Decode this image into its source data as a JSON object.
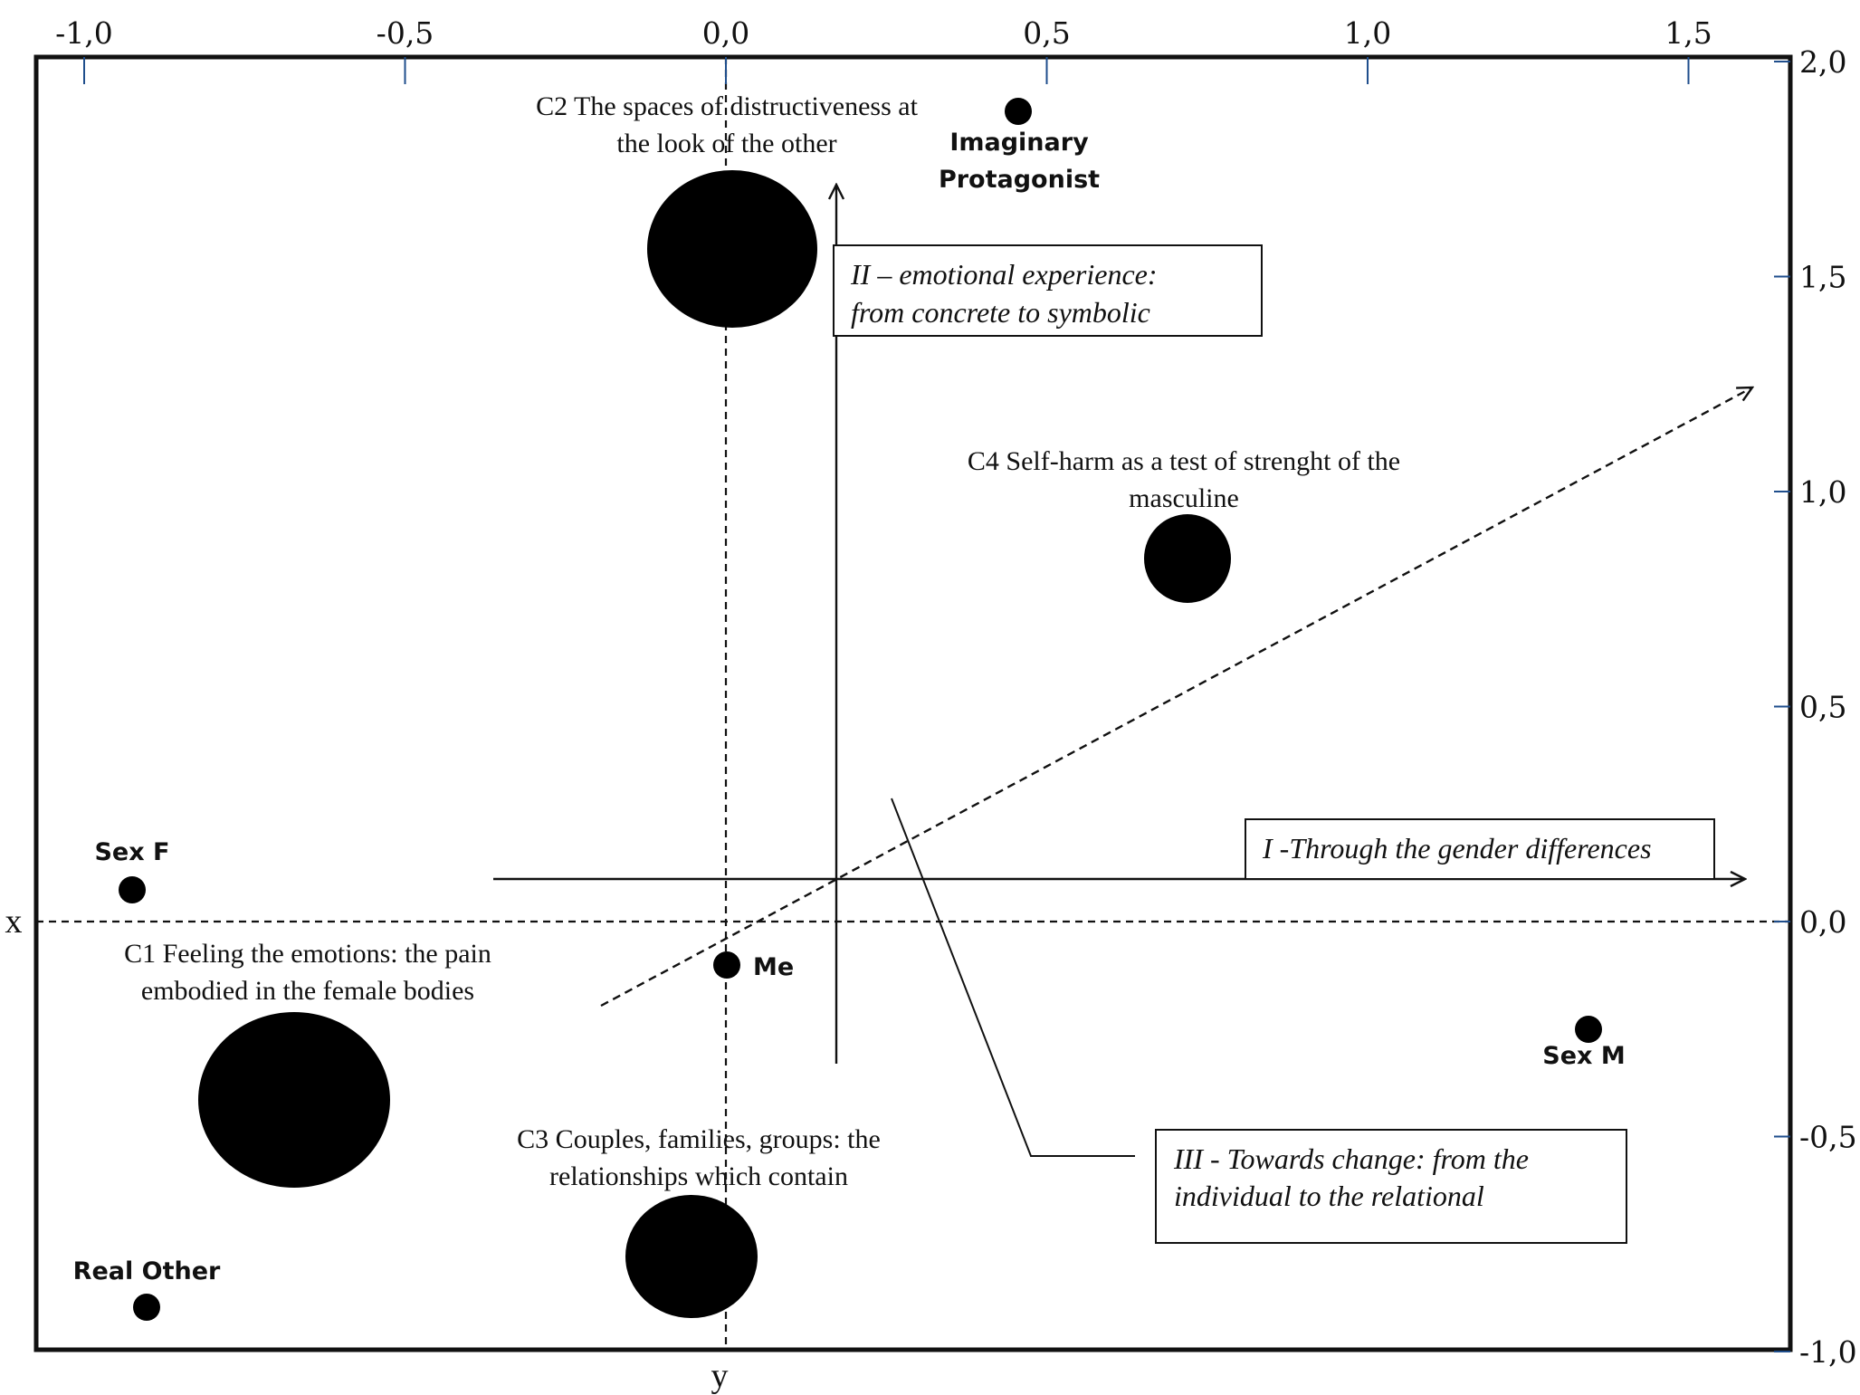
{
  "chart_data": {
    "type": "scatter",
    "title": "",
    "x_axis": {
      "label": "x",
      "range": [
        -1.08,
        1.65
      ],
      "ticks": [
        -1.0,
        -0.5,
        0.0,
        0.5,
        1.0,
        1.5
      ],
      "tick_labels": [
        "-1,0",
        "-0,5",
        "0,0",
        "0,5",
        "1,0",
        "1,5"
      ],
      "position": "top"
    },
    "y_axis": {
      "label": "y",
      "range": [
        -1.07,
        2.04
      ],
      "ticks": [
        2.0,
        1.5,
        1.0,
        0.5,
        0.0,
        -0.5,
        -1.0
      ],
      "tick_labels": [
        "2,0",
        "1,5",
        "1,0",
        "0,5",
        "0,0",
        "-0,5",
        "-1,0"
      ],
      "position": "right"
    },
    "grid": false,
    "clusters": [
      {
        "id": "C1",
        "label_lines": [
          "C1 Feeling the emotions: the pain",
          "embodied in the female bodies"
        ],
        "x": -0.68,
        "y": -0.44,
        "size": "large"
      },
      {
        "id": "C2",
        "label_lines": [
          "C2 The spaces of distructiveness at",
          "the look of the other"
        ],
        "x": 0.01,
        "y": 1.56,
        "size": "large"
      },
      {
        "id": "C3",
        "label_lines": [
          "C3 Couples, families, groups: the",
          "relationships which contain"
        ],
        "x": -0.05,
        "y": -0.81,
        "size": "medium"
      },
      {
        "id": "C4",
        "label_lines": [
          "C4 Self-harm as a test of strenght of the",
          "masculine"
        ],
        "x": 0.72,
        "y": 0.88,
        "size": "small"
      }
    ],
    "points": [
      {
        "label": "Imaginary Protagonist",
        "label_lines": [
          "Imaginary",
          "Protagonist"
        ],
        "x": 0.45,
        "y": 1.9
      },
      {
        "label": "Sex F",
        "x": -0.93,
        "y": 0.08
      },
      {
        "label": "Me",
        "x": 0.0,
        "y": -0.11
      },
      {
        "label": "Sex M",
        "x": 1.34,
        "y": -0.27
      },
      {
        "label": "Real Other",
        "x": -0.91,
        "y": -0.94
      }
    ],
    "dimensions": [
      {
        "id": "I",
        "label": "I -Through the gender differences"
      },
      {
        "id": "II",
        "label_lines": [
          "II – emotional experience:",
          "from concrete to symbolic"
        ]
      },
      {
        "id": "III",
        "label_lines": [
          "III - Towards change: from the",
          "individual to the relational"
        ]
      }
    ]
  }
}
